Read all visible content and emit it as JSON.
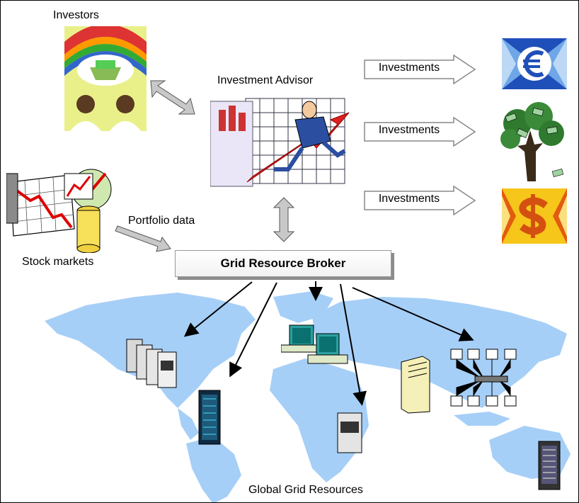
{
  "labels": {
    "investors": "Investors",
    "advisor": "Investment Advisor",
    "stock_markets": "Stock markets",
    "portfolio_data": "Portfolio data",
    "broker": "Grid Resource Broker",
    "global": "Global Grid Resources"
  },
  "investment_arrows": [
    {
      "label": "Investments"
    },
    {
      "label": "Investments"
    },
    {
      "label": "Investments"
    }
  ],
  "colors": {
    "map": "#a6cff7",
    "arrow_fill": "#c8c8c8",
    "broker_shadow": "#8c8c8c"
  }
}
